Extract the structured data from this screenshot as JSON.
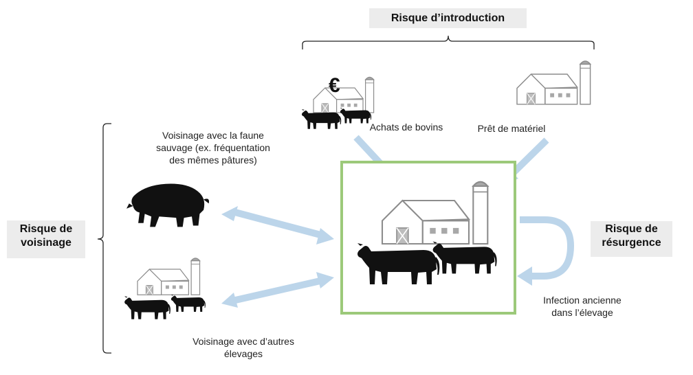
{
  "categories": {
    "introduction": "Risque d’introduction",
    "voisinage": "Risque de\nvoisinage",
    "resurgence": "Risque de\nrésurgence"
  },
  "sources": {
    "achats": "Achats de bovins",
    "pret": "Prêt de matériel",
    "faune": "Voisinage avec la faune\nsauvage (ex. fréquentation\ndes mêmes pâtures)",
    "elevages": "Voisinage avec d’autres\nélevages",
    "infection": "Infection ancienne\ndans l’élevage"
  },
  "icons": {
    "currency": "€"
  },
  "colors": {
    "arrow": "#bcd5ea",
    "farm_frame": "#9cc97a",
    "label_bg": "#ececec",
    "animal": "#111111",
    "building": "#8c8c8c"
  }
}
